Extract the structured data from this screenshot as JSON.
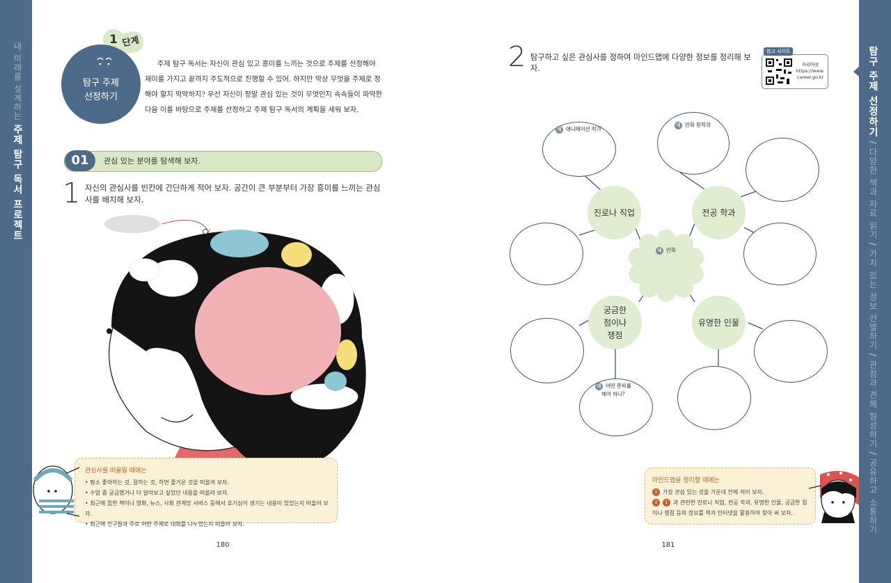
{
  "left_page": {
    "side_label": {
      "dim": "내 미래를 설계하는",
      "highlight": "주제 탐구 독서 프로젝트"
    },
    "step": {
      "number": "1",
      "word": "단계",
      "circle_text": "탐구 주제\n선정하기"
    },
    "intro": "주제 탐구 독서는 자신이 관심 있고 흥미를 느끼는 것으로 주제를 선정해야 재미를 가지고 끝까지 주도적으로 진행할 수 있어. 하지만 막상 무엇을 주제로 정해야 할지 막막하지? 우선 자신이 정말 관심 있는 것이 무엇인지 속속들이 파악한 다음 이를 바탕으로 주제를 선정하고 주제 탐구 독서의 계획을 세워 보자.",
    "section": {
      "number": "01",
      "title": "관심 있는 분야를 탐색해 보자."
    },
    "task": {
      "number": "1",
      "text": "자신의 관심사를 빈칸에 간단하게 적어 보자. 공간이 큰 부분부터 가장 흥미를 느끼는 관심사를 배치해 보자."
    },
    "tip": {
      "title": "관심사를 떠올릴 때에는",
      "items": [
        "• 평소 좋아하는 것, 잘하는 것, 하면 즐거운 것을 떠올려 보자.",
        "• 수업 중 궁금했거나 더 알아보고 싶었던 내용을 떠올려 보자.",
        "• 최근에 접한 책이나 영화, 뉴스, 사회 관계망 서비스 등에서 호기심이 생기는 내용이 있었는지 떠올려 보자.",
        "• 최근에 친구들과 주로 어떤 주제로 대화를 나누었는지 떠올려 보자."
      ]
    },
    "page_number": "180"
  },
  "right_page": {
    "side_label": {
      "highlight": "탐구 주제 선정하기",
      "items": [
        "다양한 책과 자료 읽기",
        "가치 있는 정보 선별하기",
        "관점과 견해 형성하기",
        "공유하고 소통하기"
      ],
      "separator": "/"
    },
    "task": {
      "number": "2",
      "text": "탐구하고 싶은 관심사를 정하여 마인드맵에 다양한 정보를 정리해 보자."
    },
    "reference": {
      "tag": "참고 사이트",
      "site_name": "커리어넷",
      "url_line1": "https://www.",
      "url_line2": "career.go.kr"
    },
    "mindmap": {
      "example_mark": "예",
      "center_example": "만화",
      "nodes": {
        "career": "진로나 직업",
        "major": "전공 학과",
        "curious": "궁금한\n점이나\n쟁점",
        "famous": "유명한 인물"
      },
      "examples": {
        "career": "애니메이션 작가",
        "major": "만화 창작과",
        "curious": "어떤 준비를\n해야 하나?"
      }
    },
    "tip": {
      "title": "마인드맵을 정리할 때에는",
      "items": [
        {
          "marker": "1",
          "text": "가장 관심 있는 것을 가운데 칸에 적어 보자."
        },
        {
          "marker": "2",
          "marker_ref": "1",
          "text": "과 관련한 진로나 직업, 전공 학과, 유명한 인물, 궁금한 점이나 쟁점 등의 정보를 책과 인터넷을 활용하여 찾아 써 보자."
        }
      ]
    },
    "page_number": "181"
  },
  "colors": {
    "side_bar": "#4d6a8a",
    "section_green": "#d9e9c5",
    "navy": "#3d5878",
    "node_green": "#e1edd0",
    "tip_bg": "#fbf1d6",
    "tip_title": "#c2612b"
  }
}
